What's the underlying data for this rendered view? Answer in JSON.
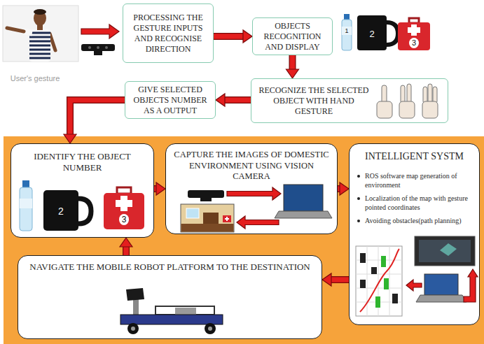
{
  "diagram": {
    "nodes": [
      {
        "text": [
          "PROCESSING THE GESTURE INPUTS AND RECOGNISE DIRECTION"
        ]
      },
      {
        "text": [
          "OBJECTS RECOGNITION AND DISPLAY"
        ]
      },
      {
        "text": [
          "RECOGNIZE THE SELECTED OBJECT WITH HAND GESTURE"
        ]
      },
      {
        "text": [
          "GIVE SELECTED OBJECTS NUMBER AS A OUTPUT"
        ]
      },
      {
        "text": [
          "IDENTIFY THE OBJECT NUMBER"
        ]
      },
      {
        "text": [
          "CAPTURE THE IMAGES OF DOMESTIC ENVIRONMENT USING VISION CAMERA"
        ]
      },
      {
        "text": [
          "INTELLIGENT SYSTM",
          "ROS software map generation of environment",
          "Localization of the map with gesture pointed coordinates",
          "Avoiding obstacles(path planning)"
        ]
      },
      {
        "text": [
          "NAVIGATE THE MOBILE ROBOT PLATFORM TO THE DESTINATION"
        ]
      }
    ],
    "edges": [
      {
        "from": 0,
        "to": 1,
        "arrow": "to"
      },
      {
        "from": 1,
        "to": 2,
        "arrow": "to"
      },
      {
        "from": 2,
        "to": 3,
        "arrow": "to"
      },
      {
        "from": 3,
        "to": 4,
        "arrow": "to"
      },
      {
        "from": 4,
        "to": 5,
        "arrow": "to"
      },
      {
        "from": 5,
        "to": 6,
        "arrow": "to"
      },
      {
        "from": 6,
        "to": 7,
        "arrow": "to"
      },
      {
        "from": 7,
        "to": 4,
        "arrow": "to"
      }
    ],
    "labels": [
      "User's gesture",
      "1",
      "2",
      "3",
      "2",
      "3"
    ]
  }
}
